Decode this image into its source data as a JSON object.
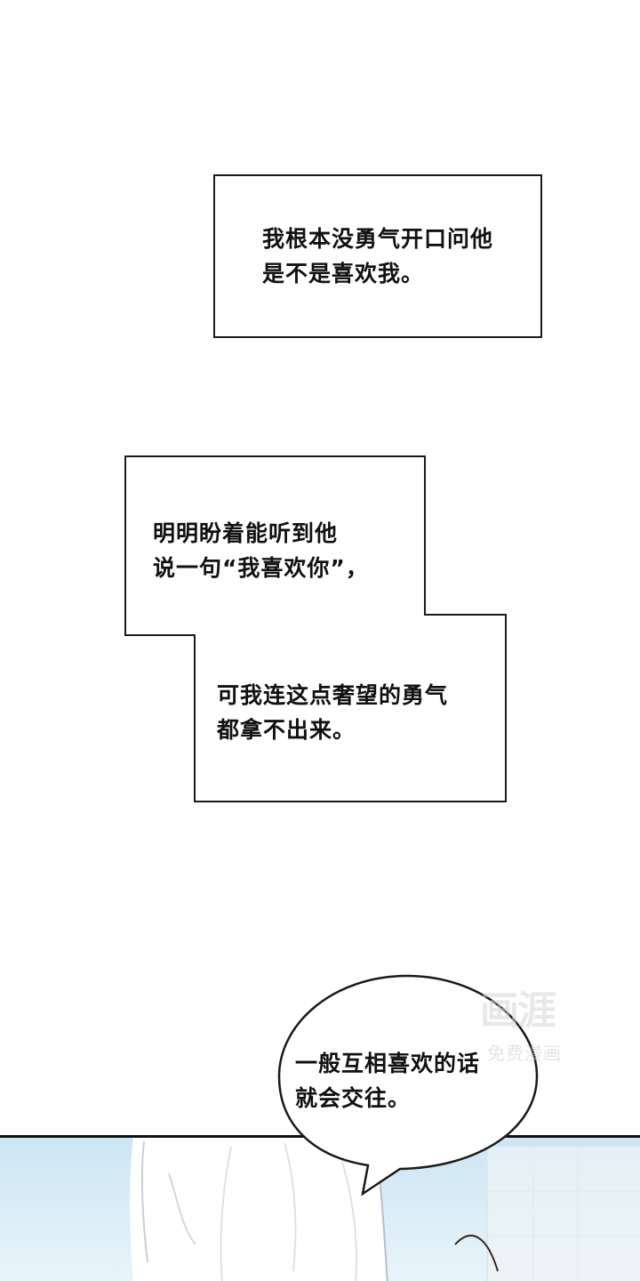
{
  "captions": {
    "box1": "我根本没勇气开口问他\n是不是喜欢我。",
    "box2_top": "明明盼着能听到他\n说一句“我喜欢你”，",
    "box2_bottom": "可我连这点奢望的勇气\n都拿不出来。"
  },
  "speech_bubble": {
    "text": "一般互相喜欢的话\n就会交往。"
  },
  "watermark": {
    "logo": "画涯",
    "subtitle": "免费漫画"
  },
  "colors": {
    "panel_sky_top": "#cde6f3",
    "panel_sky_bottom": "#e8f3f9",
    "ink": "#111111"
  }
}
